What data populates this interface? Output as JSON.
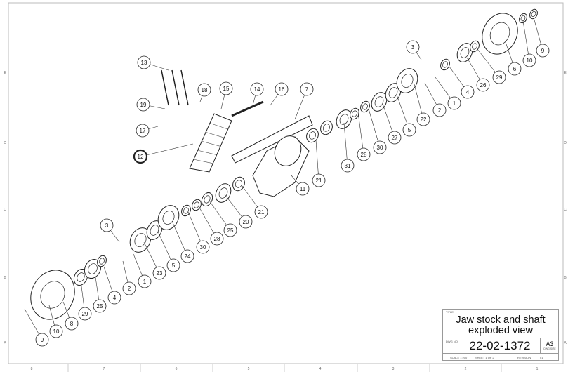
{
  "title_block": {
    "title_label": "TITLE:",
    "title": "Jaw stock and shaft exploded view",
    "dwg_no_label": "DWG NO.",
    "dwg_no": "22-02-1372",
    "size": "A3",
    "size_label": "DWG SIZE",
    "scale": "SCALE 1:200",
    "sheet": "SHEET 1 OF 2",
    "revision_label": "REVISION",
    "revision": "01"
  },
  "zone_columns": [
    "8",
    "7",
    "6",
    "5",
    "4",
    "3",
    "2",
    "1"
  ],
  "zone_rows": [
    "E",
    "D",
    "C",
    "B",
    "A"
  ],
  "balloons": [
    "13",
    "18",
    "15",
    "14",
    "16",
    "7",
    "19",
    "17",
    "12",
    "3",
    "10",
    "9",
    "6",
    "29",
    "26",
    "4",
    "1",
    "2",
    "22",
    "5",
    "27",
    "30",
    "28",
    "31",
    "21",
    "11",
    "21",
    "20",
    "25",
    "28",
    "30",
    "24",
    "5",
    "23",
    "1",
    "2",
    "4",
    "25",
    "29",
    "8",
    "10",
    "9",
    "3"
  ],
  "highlighted_balloon": "12",
  "colors": {
    "line": "#222222",
    "border": "#aaaaaa"
  }
}
